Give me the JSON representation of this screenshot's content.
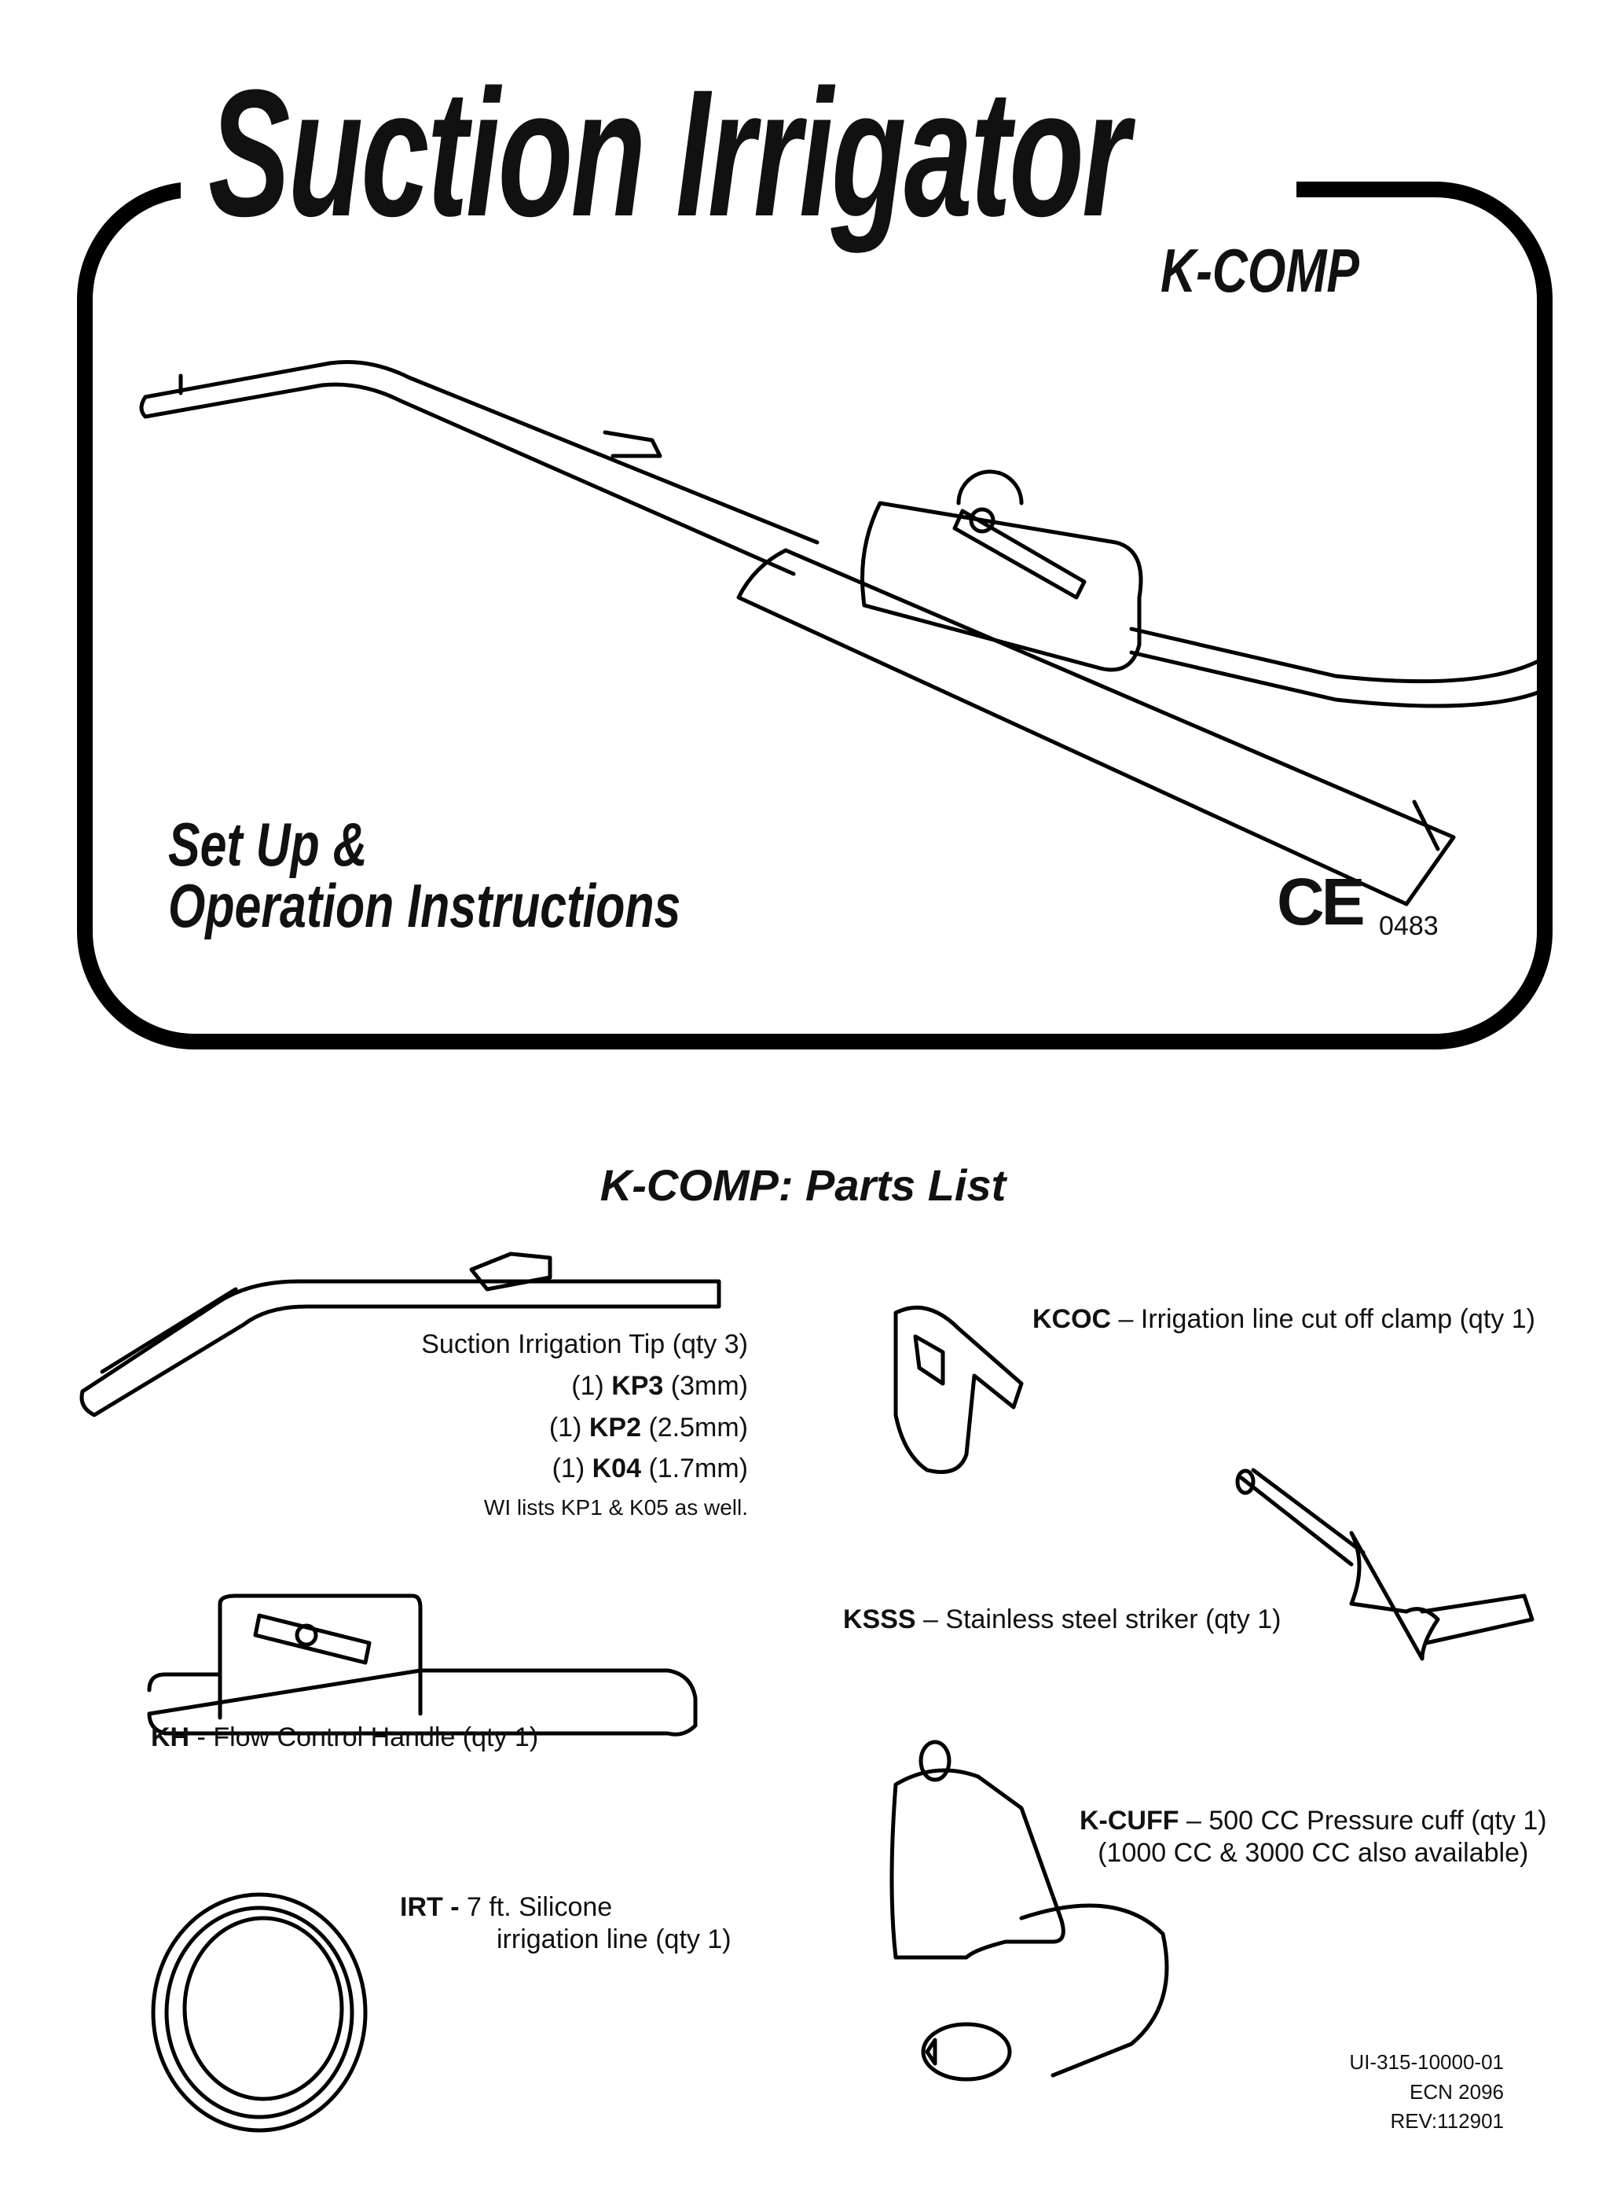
{
  "cover": {
    "title": "Suction Irrigator",
    "model": "K-COMP",
    "subtitle_line1": "Set Up &",
    "subtitle_line2": "Operation Instructions",
    "ce_mark": "CE",
    "notified_body": "0483"
  },
  "parts_list": {
    "heading": "K-COMP: Parts List",
    "tip": {
      "label": "Suction Irrigation Tip  (qty 3)",
      "variants": [
        {
          "qty": "(1)",
          "code": "KP3",
          "size": "(3mm)"
        },
        {
          "qty": "(1)",
          "code": "KP2",
          "size": "(2.5mm)"
        },
        {
          "qty": "(1)",
          "code": "K04",
          "size": "(1.7mm)"
        }
      ],
      "note": "WI lists KP1 & K05 as well."
    },
    "kcoc": {
      "code": "KCOC",
      "desc": " – Irrigation line cut off clamp (qty 1)"
    },
    "ksss": {
      "code": "KSSS",
      "desc": " – Stainless steel striker (qty 1)"
    },
    "kh": {
      "code": "KH",
      "desc": " - Flow Control Handle (qty 1)"
    },
    "kcuff": {
      "code": "K-CUFF",
      "desc": " – 500 CC Pressure cuff (qty 1)",
      "line2": "(1000 CC & 3000 CC also available)"
    },
    "irt": {
      "code": "IRT - ",
      "desc": "7 ft. Silicone",
      "line2": "irrigation line (qty 1)"
    }
  },
  "footer": {
    "doc_number": "UI-315-10000-01",
    "ecn": "ECN 2096",
    "rev": "REV:112901"
  }
}
